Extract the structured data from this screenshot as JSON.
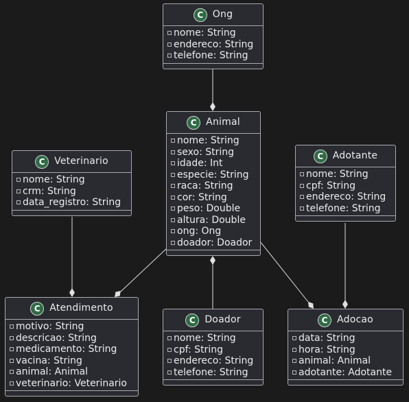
{
  "colors": {
    "background": "#1b1b1b",
    "class_fill": "#2a2b31",
    "border": "#a8aab0",
    "text": "#ececec",
    "badge_fill": "#2f6b45",
    "link": "#e0e0e0"
  },
  "badge_letter": "C",
  "badge_icon": "class-circle-icon",
  "visibility_icon": "private-square-icon",
  "classes": {
    "ong": {
      "name": "Ong",
      "attributes": [
        "nome: String",
        "endereco: String",
        "telefone: String"
      ]
    },
    "animal": {
      "name": "Animal",
      "attributes": [
        "nome: String",
        "sexo: String",
        "idade: Int",
        "especie: String",
        "raca: String",
        "cor: String",
        "peso: Double",
        "altura: Double",
        "ong: Ong",
        "doador: Doador"
      ]
    },
    "veterinario": {
      "name": "Veterinario",
      "attributes": [
        "nome: String",
        "crm: String",
        "data_registro: String"
      ]
    },
    "adotante": {
      "name": "Adotante",
      "attributes": [
        "nome: String",
        "cpf: String",
        "endereco: String",
        "telefone: String"
      ]
    },
    "atendimento": {
      "name": "Atendimento",
      "attributes": [
        "motivo: String",
        "descricao: String",
        "medicamento: String",
        "vacina: String",
        "animal: Animal",
        "veterinario: Veterinario"
      ]
    },
    "doador": {
      "name": "Doador",
      "attributes": [
        "nome: String",
        "cpf: String",
        "endereco: String",
        "telefone: String"
      ]
    },
    "adocao": {
      "name": "Adocao",
      "attributes": [
        "data: String",
        "hora: String",
        "animal: Animal",
        "adotante: Adotante"
      ]
    }
  },
  "relations": [
    {
      "from": "ong",
      "to": "animal",
      "type": "composition"
    },
    {
      "from": "veterinario",
      "to": "atendimento",
      "type": "composition"
    },
    {
      "from": "animal",
      "to": "atendimento",
      "type": "composition"
    },
    {
      "from": "doador",
      "to": "animal",
      "type": "composition"
    },
    {
      "from": "animal",
      "to": "adocao",
      "type": "composition"
    },
    {
      "from": "adotante",
      "to": "adocao",
      "type": "composition"
    }
  ]
}
